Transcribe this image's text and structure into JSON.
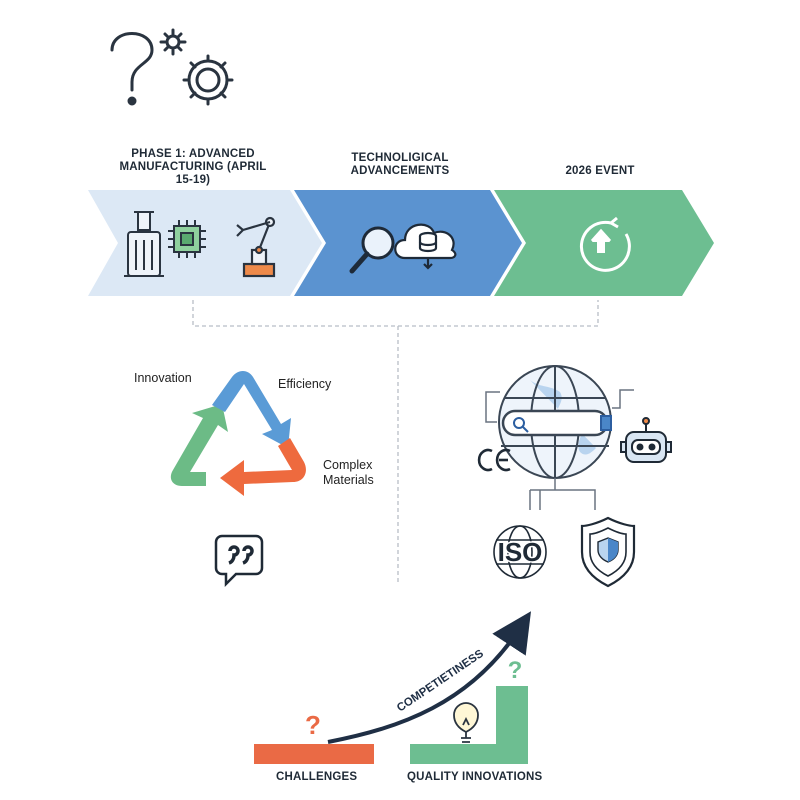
{
  "header": {
    "icon": "question-gears-icon"
  },
  "phases": [
    {
      "label": "PHASE 1: ADVANCED MANUFACTURING (APRIL 15-19)",
      "color": "#dce8f5",
      "icons": [
        "machine-press-icon",
        "microchip-icon",
        "robotic-arm-icon"
      ]
    },
    {
      "label": "TECHNOLIGICAL ADVANCEMENTS",
      "color": "#5b93d0",
      "icons": [
        "magnifier-icon",
        "cloud-database-icon"
      ]
    },
    {
      "label": "2026 EVENT",
      "color": "#6dbe91",
      "icons": [
        "refresh-upload-icon"
      ]
    }
  ],
  "cycle": {
    "items": [
      {
        "label": "Innovation",
        "color": "#6cbb86"
      },
      {
        "label": "Efficiency",
        "color": "#5a9bd6"
      },
      {
        "label": "Complex Materials",
        "color": "#ee6a3e"
      }
    ],
    "quote_icon": "quote-icon"
  },
  "compliance": {
    "globe_icon": "globe-search-icon",
    "badges": [
      {
        "name": "ce-mark",
        "text": "CE"
      },
      {
        "name": "iso-badge",
        "text": "ISO"
      },
      {
        "name": "shield",
        "text": ""
      },
      {
        "name": "robot",
        "text": ""
      }
    ]
  },
  "growth": {
    "arrow_label": "COMPETIETINESS",
    "left": {
      "label": "CHALLENGES",
      "color": "#ea6a45",
      "mark": "?"
    },
    "right": {
      "label": "QUALITY INNOVATIONS",
      "color": "#6dbe91",
      "mark": "?"
    }
  }
}
